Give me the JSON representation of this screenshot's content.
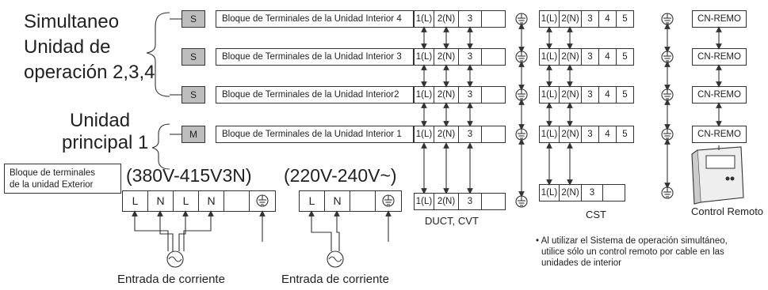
{
  "group_labels": {
    "simultaneous": [
      "Simultaneo",
      "Unidad de",
      "operación 2,3,4"
    ],
    "main": [
      "Unidad",
      "principal 1"
    ]
  },
  "indoor_units": [
    {
      "badge": "S",
      "title": "Bloque de Terminales de la Unidad Interior 4"
    },
    {
      "badge": "S",
      "title": "Bloque de Terminales de la Unidad Interior 3"
    },
    {
      "badge": "S",
      "title": "Bloque de Terminales de la Unidad Interior2"
    },
    {
      "badge": "M",
      "title": "Bloque de Terminales de la Unidad Interior 1"
    }
  ],
  "indoor_terminals": [
    "1(L)",
    "2(N)",
    "3",
    ""
  ],
  "cst_terminals": [
    "1(L)",
    "2(N)",
    "3",
    "4",
    "5"
  ],
  "remote_label": "CN-REMO",
  "outdoor": {
    "label": [
      "Bloque de terminales",
      "de la unidad Exterior"
    ],
    "voltage_3ph": "(380V-415V3N)",
    "voltage_1ph": "(220V-240V~)",
    "terminals_3ph": [
      "L",
      "N",
      "L",
      "N",
      ""
    ],
    "terminals_1ph": [
      "L",
      "N",
      ""
    ],
    "power_input_label": "Entrada de corriente"
  },
  "duct_block": {
    "terminals": [
      "1(L)",
      "2(N)",
      "3",
      ""
    ],
    "label": "DUCT, CVT"
  },
  "cst_block": {
    "terminals": [
      "1(L)",
      "2(N)",
      "3",
      ""
    ],
    "label": "CST"
  },
  "remote_control_label": "Control Remoto",
  "note": [
    "• Al utilizar el Sistema de operación simultáneo,",
    "utilice sólo un control remoto por cable en las",
    "unidades de interior"
  ]
}
